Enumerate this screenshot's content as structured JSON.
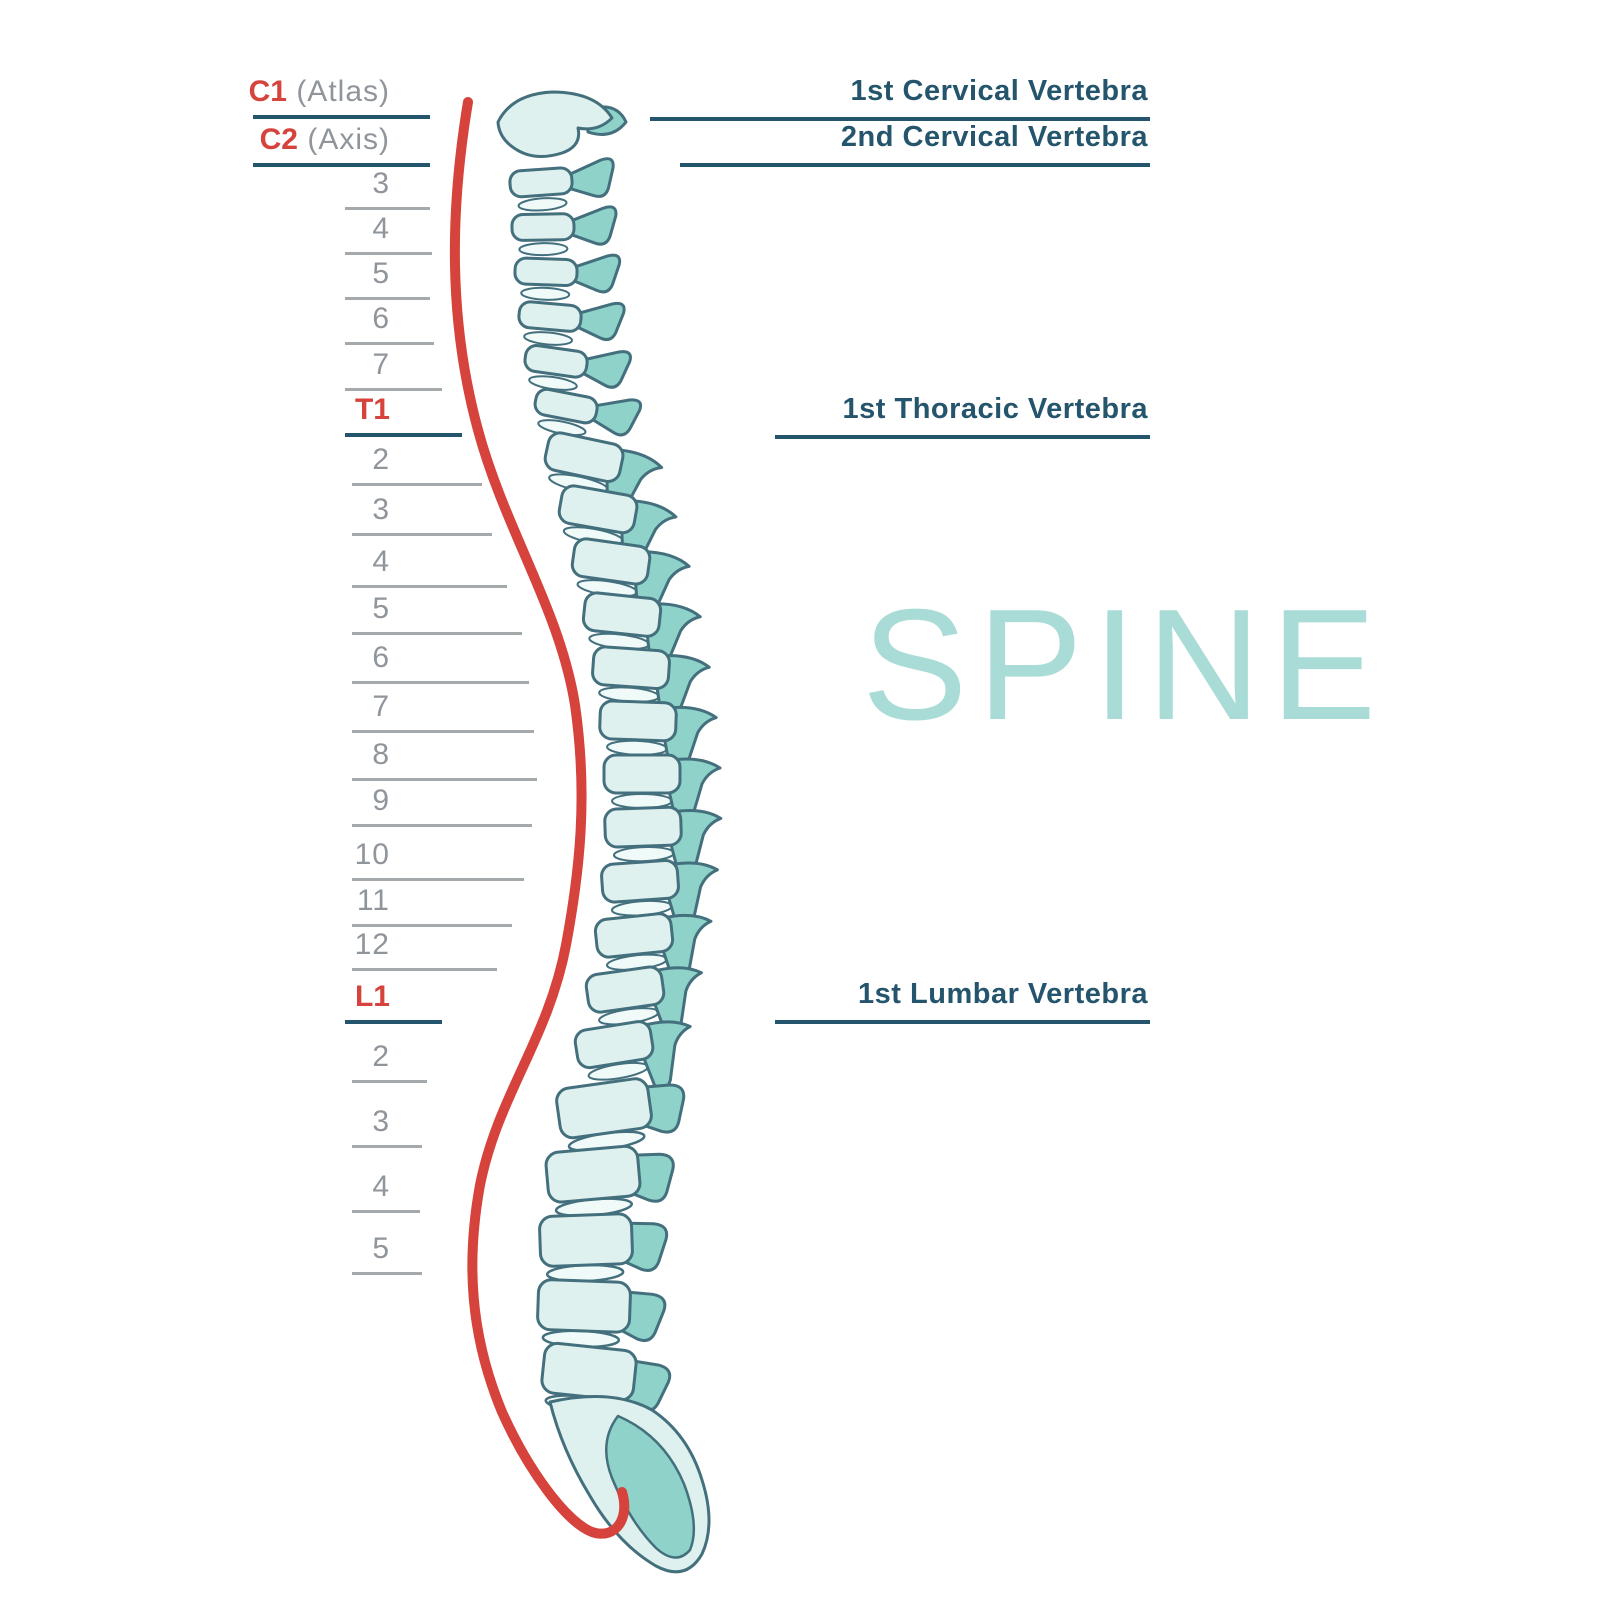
{
  "watermark": "SPINE",
  "left_labels": [
    {
      "label": "C1",
      "suffix": "(Atlas)",
      "highlight": true
    },
    {
      "label": "C2",
      "suffix": "(Axis)",
      "highlight": true
    },
    {
      "label": "3"
    },
    {
      "label": "4"
    },
    {
      "label": "5"
    },
    {
      "label": "6"
    },
    {
      "label": "7"
    },
    {
      "label": "T1",
      "highlight": true
    },
    {
      "label": "2"
    },
    {
      "label": "3"
    },
    {
      "label": "4"
    },
    {
      "label": "5"
    },
    {
      "label": "6"
    },
    {
      "label": "7"
    },
    {
      "label": "8"
    },
    {
      "label": "9"
    },
    {
      "label": "10"
    },
    {
      "label": "11"
    },
    {
      "label": "12"
    },
    {
      "label": "L1",
      "highlight": true
    },
    {
      "label": "2"
    },
    {
      "label": "3"
    },
    {
      "label": "4"
    },
    {
      "label": "5"
    }
  ],
  "right_labels": [
    {
      "text": "1st Cervical Vertebra"
    },
    {
      "text": "2nd Cervical Vertebra"
    },
    {
      "text": "1st Thoracic Vertebra"
    },
    {
      "text": "1st Lumbar Vertebra"
    }
  ],
  "regions": {
    "cervical_count": 7,
    "thoracic_count": 12,
    "lumbar_count": 5
  },
  "colors": {
    "highlight_red": "#d6423c",
    "label_gray": "#8f959a",
    "rule_gray": "#a4a9ac",
    "navy": "#24556c",
    "spine_light": "#dff1ee",
    "spine_medium": "#8fd2c9",
    "spine_outline": "#44707e",
    "watermark_teal": "#a9dcd6",
    "curve_red": "#d6423c"
  }
}
